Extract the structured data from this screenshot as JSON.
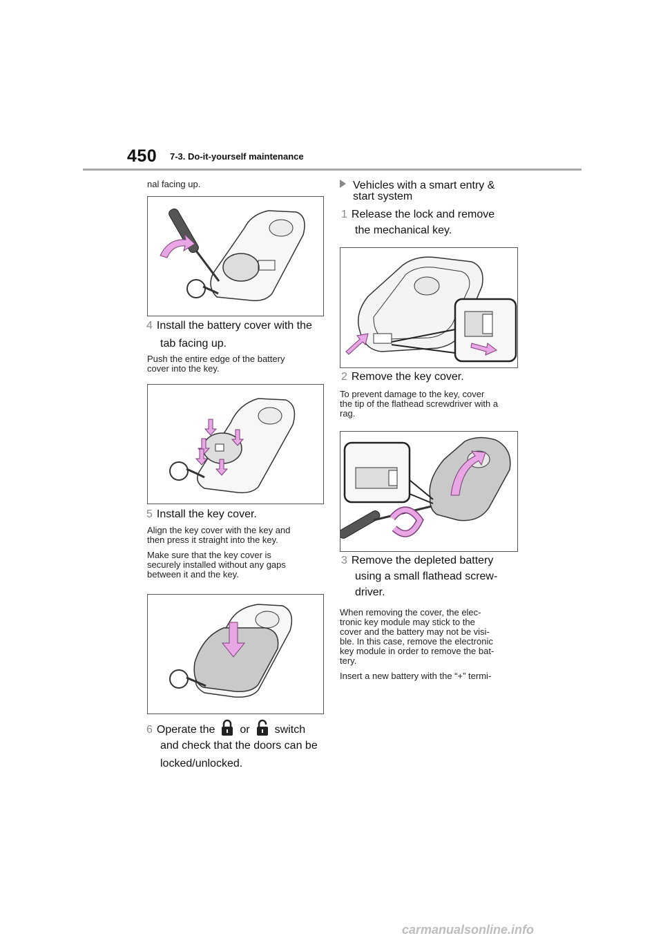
{
  "header": {
    "page_number": "450",
    "section_title": "7-3. Do-it-yourself maintenance"
  },
  "left": {
    "intro": "nal facing up.",
    "step4": {
      "num": "4",
      "title": "Install the battery cover with the",
      "title2": "tab facing up.",
      "note": "Push the entire edge of the battery",
      "note2": "cover into the key."
    },
    "step5": {
      "num": "5",
      "title": "Install the key cover.",
      "note1a": "Align the key cover with the key and",
      "note1b": "then press it straight into the key.",
      "note2a": "Make sure that the key cover is",
      "note2b": "securely installed without any gaps",
      "note2c": "between it and the key."
    },
    "step6": {
      "num": "6",
      "pre": "Operate the",
      "or": "or",
      "post": "switch",
      "line2": "and check that the doors can be",
      "line3": "locked/unlocked."
    }
  },
  "right": {
    "heading1": "Vehicles with a smart entry &",
    "heading2": "start system",
    "step1": {
      "num": "1",
      "title": "Release the lock and remove",
      "title2": "the mechanical key."
    },
    "step2": {
      "num": "2",
      "title": "Remove the key cover.",
      "note1": "To prevent damage to the key, cover",
      "note2": "the tip of the flathead screwdriver with a",
      "note3": "rag."
    },
    "step3": {
      "num": "3",
      "title": "Remove the depleted battery",
      "title2": "using a small flathead screw-",
      "title3": "driver."
    },
    "para1": [
      "When removing the cover, the elec-",
      "tronic key module may stick to the",
      "cover and the battery may not be visi-",
      "ble. In this case, remove the electronic",
      "key module in order to remove the bat-",
      "tery."
    ],
    "para2": "Insert a new battery with the “+” termi-"
  },
  "footer": {
    "watermark": "carmanualsonline.info"
  },
  "colors": {
    "arrow": "#e9a6e4",
    "arrow_stroke": "#7a3d78",
    "rule": "#a9a9a9",
    "step_num": "#888888"
  }
}
